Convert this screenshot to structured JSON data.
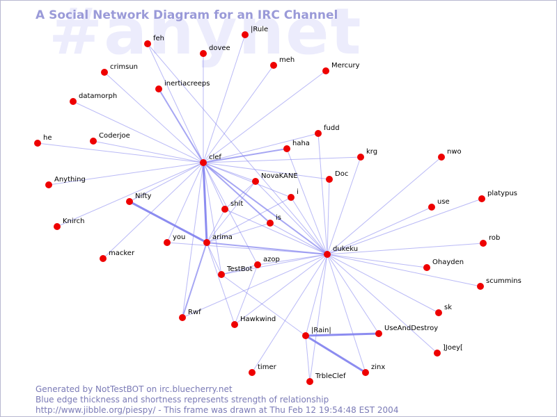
{
  "watermark": "#anynet",
  "title": "A Social Network Diagram for an IRC Channel",
  "footer": {
    "line1": "Generated by NotTestBOT on irc.bluecherry.net",
    "line2": "Blue edge thickness and shortness represents strength of relationship",
    "line3": "http://www.jibble.org/piespy/ - This frame was drawn at Thu Feb 12 19:54:48 EST 2004"
  },
  "colors": {
    "node": "#ee0000",
    "edge": "#8080ee",
    "title": "#9a9ad8",
    "watermark": "#ececfc",
    "footer": "#7a7ab6"
  },
  "nodes": [
    "feh",
    "|Rule",
    "dovee",
    "meh",
    "Mercury",
    "crimsun",
    "inertiacreeps",
    "datamorph",
    "Coderjoe",
    "he",
    "clef",
    "haha",
    "fudd",
    "krg",
    "nwo",
    "NovaKANE",
    "Doc",
    "Anything",
    "Nifty",
    "i",
    "shit",
    "Knirch",
    "is",
    "use",
    "platypus",
    "you",
    "arima",
    "rob",
    "macker",
    "dukeku",
    "azop",
    "Ohayden",
    "TestBot",
    "scummins",
    "Rwf",
    "sk",
    "Hawkwind",
    "UseAndDestroy",
    "|Rain|",
    "]Joey[",
    "timer",
    "zinx",
    "TrbleClef"
  ],
  "edges": [
    [
      "clef",
      "feh",
      1
    ],
    [
      "clef",
      "|Rule",
      1
    ],
    [
      "clef",
      "dovee",
      1
    ],
    [
      "clef",
      "meh",
      1
    ],
    [
      "clef",
      "Mercury",
      1
    ],
    [
      "clef",
      "crimsun",
      1
    ],
    [
      "clef",
      "inertiacreeps",
      2
    ],
    [
      "clef",
      "datamorph",
      1
    ],
    [
      "clef",
      "Coderjoe",
      1
    ],
    [
      "clef",
      "he",
      1
    ],
    [
      "clef",
      "Anything",
      1
    ],
    [
      "clef",
      "Knirch",
      1
    ],
    [
      "clef",
      "haha",
      2
    ],
    [
      "clef",
      "fudd",
      1
    ],
    [
      "clef",
      "krg",
      1
    ],
    [
      "clef",
      "NovaKANE",
      1
    ],
    [
      "clef",
      "Doc",
      1
    ],
    [
      "clef",
      "Nifty",
      1
    ],
    [
      "clef",
      "shit",
      1
    ],
    [
      "clef",
      "i",
      1
    ],
    [
      "clef",
      "is",
      2
    ],
    [
      "clef",
      "arima",
      3
    ],
    [
      "clef",
      "you",
      1
    ],
    [
      "clef",
      "macker",
      1
    ],
    [
      "clef",
      "TestBot",
      1
    ],
    [
      "clef",
      "azop",
      1
    ],
    [
      "clef",
      "dukeku",
      2
    ],
    [
      "clef",
      "Rwf",
      1
    ],
    [
      "Nifty",
      "arima",
      3
    ],
    [
      "arima",
      "dukeku",
      2
    ],
    [
      "arima",
      "Rwf",
      2
    ],
    [
      "arima",
      "TestBot",
      1
    ],
    [
      "arima",
      "Hawkwind",
      1
    ],
    [
      "arima",
      "shit",
      1
    ],
    [
      "arima",
      "is",
      1
    ],
    [
      "arima",
      "NovaKANE",
      1
    ],
    [
      "arima",
      "i",
      1
    ],
    [
      "you",
      "dukeku",
      1
    ],
    [
      "dukeku",
      "feh",
      1
    ],
    [
      "dukeku",
      "haha",
      1
    ],
    [
      "dukeku",
      "fudd",
      1
    ],
    [
      "dukeku",
      "krg",
      1
    ],
    [
      "dukeku",
      "Doc",
      1
    ],
    [
      "dukeku",
      "nwo",
      1
    ],
    [
      "dukeku",
      "use",
      1
    ],
    [
      "dukeku",
      "platypus",
      1
    ],
    [
      "dukeku",
      "rob",
      1
    ],
    [
      "dukeku",
      "Ohayden",
      1
    ],
    [
      "dukeku",
      "scummins",
      1
    ],
    [
      "dukeku",
      "sk",
      1
    ],
    [
      "dukeku",
      "]Joey[",
      1
    ],
    [
      "dukeku",
      "UseAndDestroy",
      1
    ],
    [
      "dukeku",
      "|Rain|",
      1
    ],
    [
      "dukeku",
      "zinx",
      1
    ],
    [
      "dukeku",
      "TrbleClef",
      1
    ],
    [
      "dukeku",
      "timer",
      1
    ],
    [
      "dukeku",
      "Hawkwind",
      1
    ],
    [
      "dukeku",
      "Rwf",
      1
    ],
    [
      "dukeku",
      "TestBot",
      1
    ],
    [
      "dukeku",
      "azop",
      1
    ],
    [
      "dukeku",
      "NovaKANE",
      1
    ],
    [
      "dukeku",
      "i",
      1
    ],
    [
      "dukeku",
      "is",
      1
    ],
    [
      "dukeku",
      "shit",
      1
    ],
    [
      "|Rain|",
      "UseAndDestroy",
      3
    ],
    [
      "|Rain|",
      "zinx",
      3
    ],
    [
      "|Rain|",
      "TrbleClef",
      1
    ],
    [
      "TestBot",
      "|Rain|",
      1
    ],
    [
      "TestBot",
      "azop",
      1
    ],
    [
      "azop",
      "Hawkwind",
      1
    ],
    [
      "shit",
      "NovaKANE",
      1
    ]
  ]
}
